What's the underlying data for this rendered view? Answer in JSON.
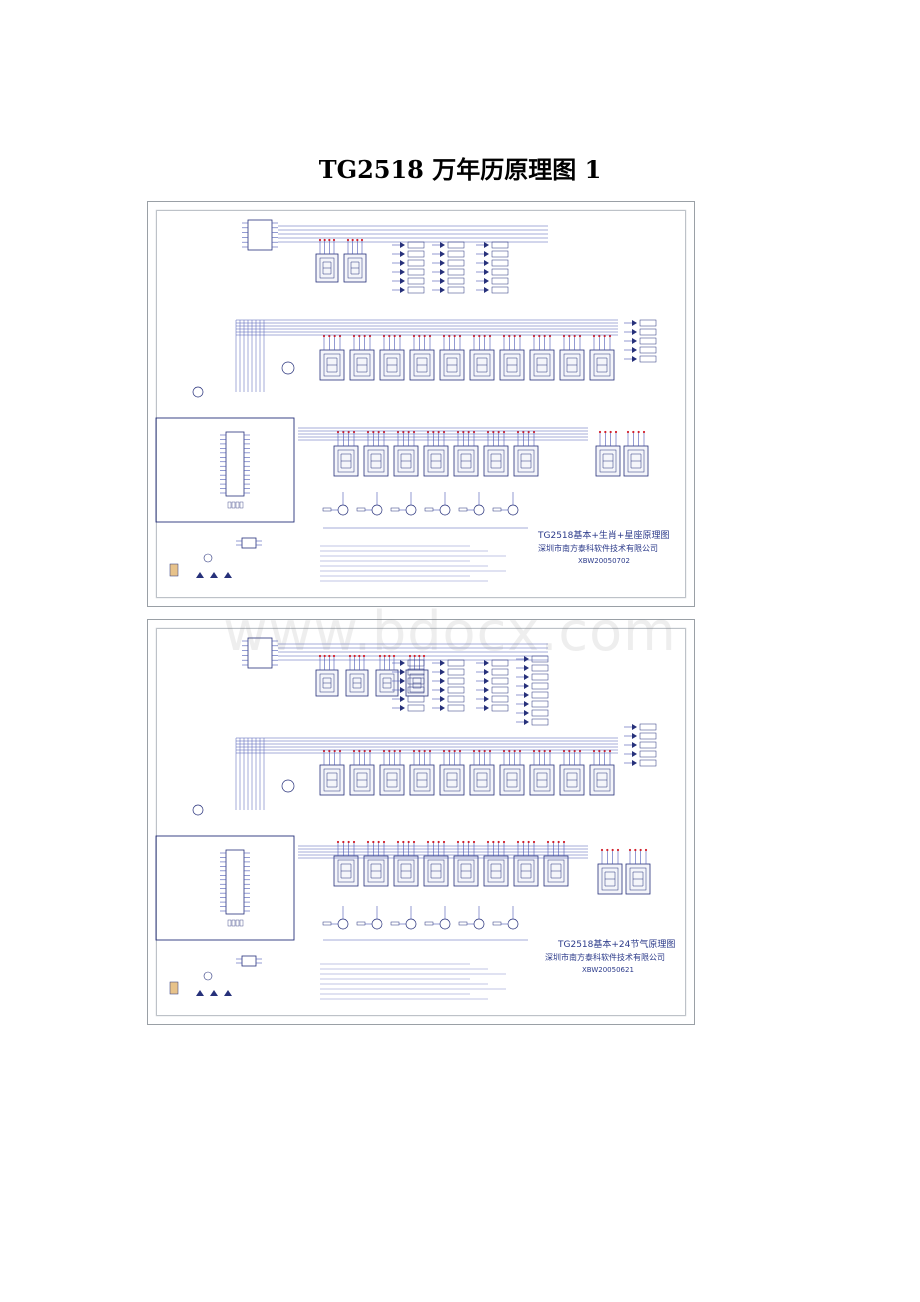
{
  "document": {
    "title": "TG2518 万年历原理图 1",
    "watermark": "www.bdocx.com"
  },
  "schematics": [
    {
      "title_block": {
        "title": "TG2518基本+生肖+星座原理图",
        "company": "深圳市南方泰科软件技术有限公司",
        "code": "XBW20050702"
      }
    },
    {
      "title_block": {
        "title": "TG2518基本+24节气原理图",
        "company": "深圳市南方泰科软件技术有限公司",
        "code": "XBW20050621"
      }
    }
  ],
  "colors": {
    "wire": "#4b58b5",
    "component": "#26307a",
    "red_dot": "#d21f2b",
    "frame": "#9aa0a6"
  }
}
